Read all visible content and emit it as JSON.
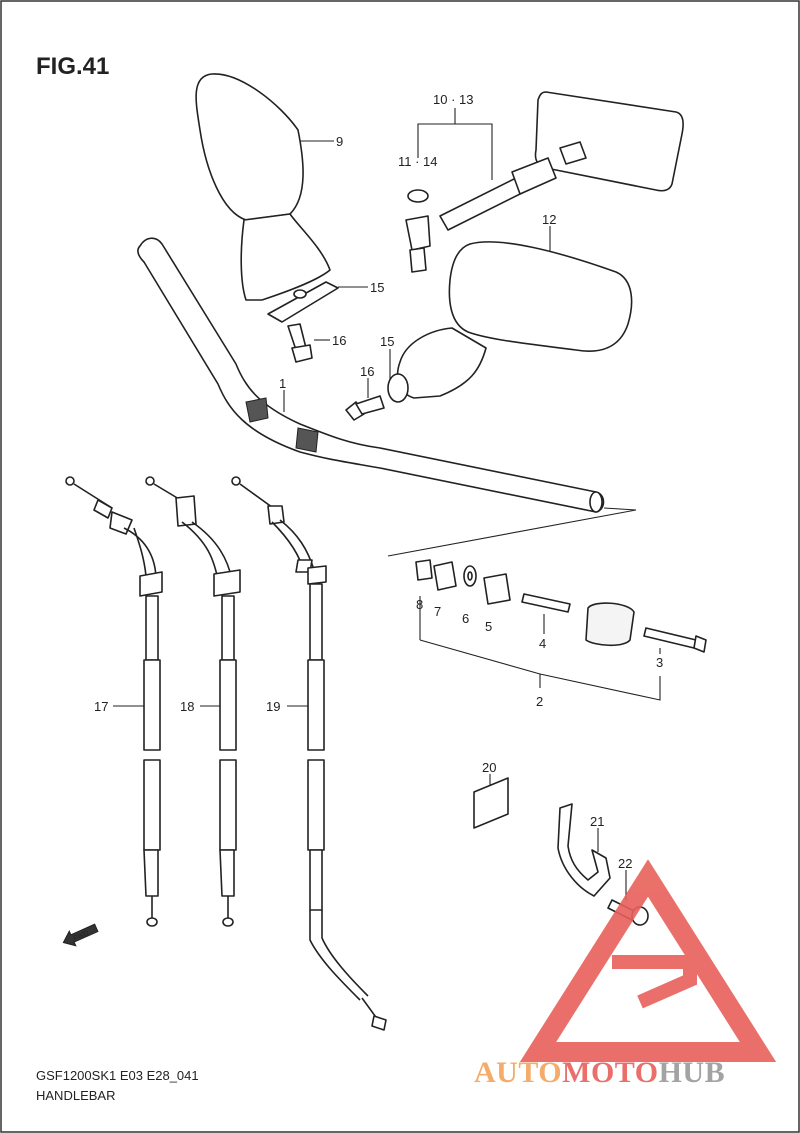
{
  "figure": {
    "title": "FIG.41"
  },
  "footer": {
    "model": "GSF1200SK1 E03 E28_041",
    "section": "HANDLEBAR"
  },
  "watermark": {
    "part1": "AUTO",
    "part2": "MOTO",
    "part3": "HUB",
    "color_orange": "#f4a259",
    "color_red": "#e8605a",
    "color_gray": "#9a9a9a"
  },
  "fwd_label": "FWD",
  "callouts": {
    "c1": "1",
    "c2": "2",
    "c3": "3",
    "c4": "4",
    "c5": "5",
    "c6": "6",
    "c7": "7",
    "c8": "8",
    "c9": "9",
    "c10_13": "10 · 13",
    "c11_14": "11 · 14",
    "c12": "12",
    "c15a": "15",
    "c15b": "15",
    "c16a": "16",
    "c16b": "16",
    "c17": "17",
    "c18": "18",
    "c19": "19",
    "c20": "20",
    "c21": "21",
    "c22": "22"
  }
}
